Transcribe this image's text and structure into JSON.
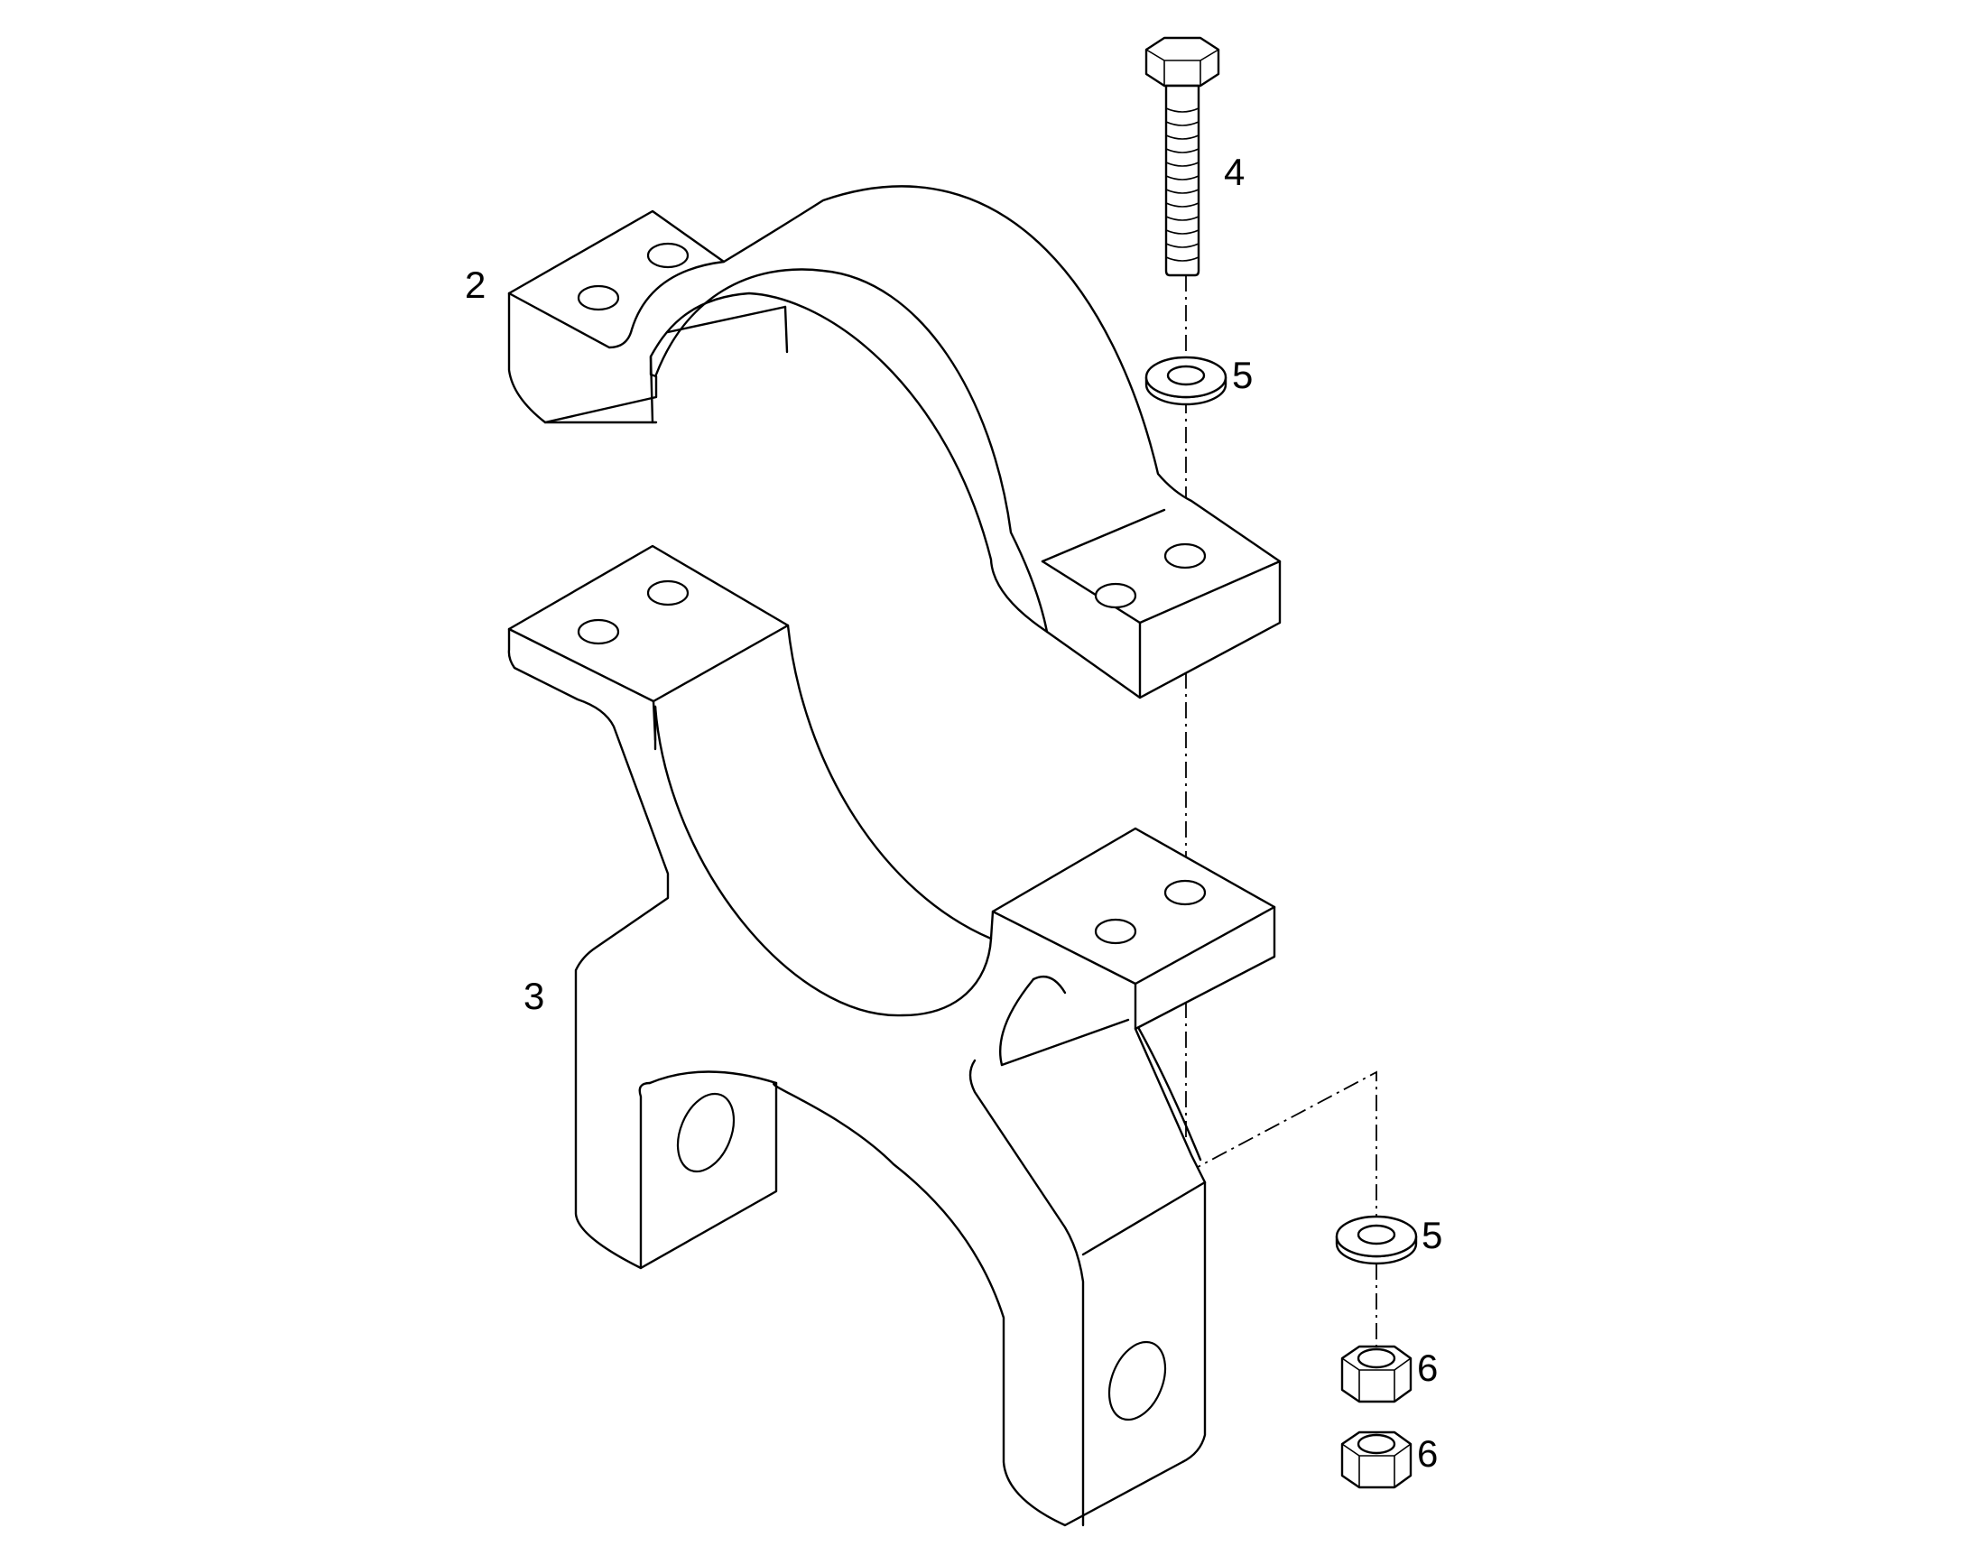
{
  "diagram": {
    "callouts": {
      "item_2": "2",
      "item_3": "3",
      "item_4": "4",
      "item_5_upper": "5",
      "item_5_lower": "5",
      "item_6_upper": "6",
      "item_6_lower": "6"
    },
    "colors": {
      "line": "#000000",
      "background": "#ffffff"
    }
  }
}
